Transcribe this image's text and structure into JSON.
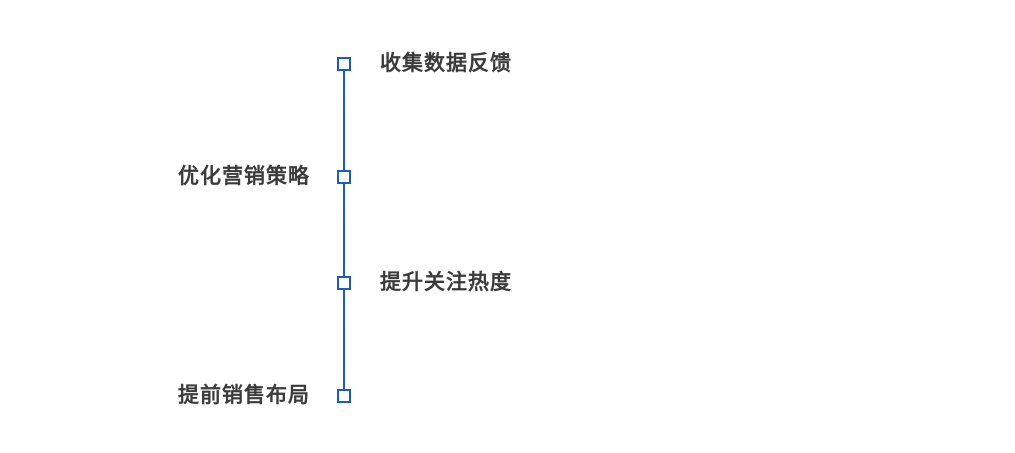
{
  "diagram": {
    "type": "vertical-timeline",
    "line_color": "#1d5cb8",
    "node_fill": "#ffffff",
    "node_border_color": "#1d5cb8",
    "label_color": "#3b3b3b",
    "items": [
      {
        "label": "收集数据反馈",
        "side": "right"
      },
      {
        "label": "优化营销策略",
        "side": "left"
      },
      {
        "label": "提升关注热度",
        "side": "right"
      },
      {
        "label": "提前销售布局",
        "side": "left"
      }
    ]
  }
}
